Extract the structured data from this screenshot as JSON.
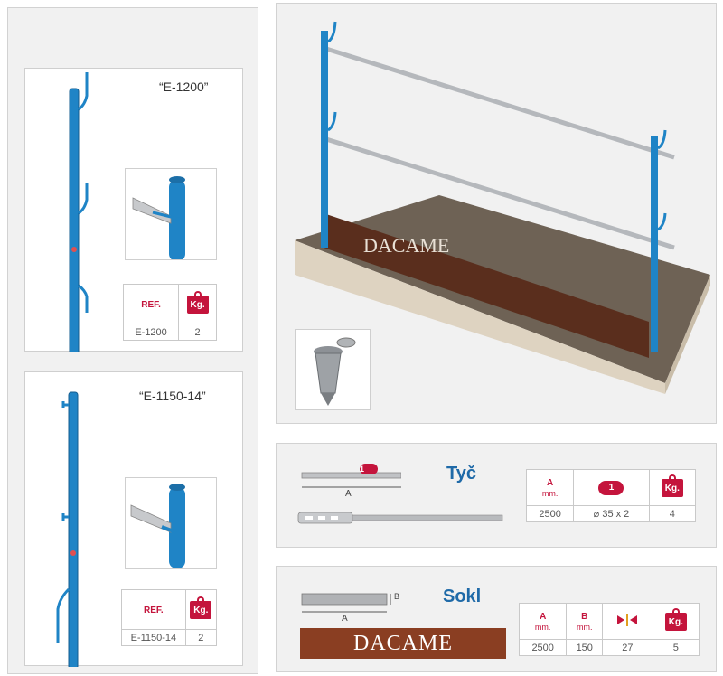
{
  "e1200": {
    "title": "“E-1200”",
    "ref_label": "REF.",
    "weight_icon": "Kg.",
    "ref_value": "E-1200",
    "weight_value": "2"
  },
  "e1150": {
    "title": "“E-1150-14”",
    "ref_label": "REF.",
    "weight_icon": "Kg.",
    "ref_value": "E-1150-14",
    "weight_value": "2"
  },
  "scene": {
    "brand": "DACAME"
  },
  "tyc": {
    "title": "Tyč",
    "dim_label": "A",
    "marker": "1",
    "col_a": "A",
    "col_a_unit": "mm.",
    "weight_icon": "Kg.",
    "val_a": "2500",
    "val_dia": "⌀ 35 x 2",
    "val_weight": "4"
  },
  "sokl": {
    "title": "Sokl",
    "dim_a": "A",
    "dim_b": "B",
    "brand": "DACAME",
    "col_a": "A",
    "col_a_unit": "mm.",
    "col_b": "B",
    "col_b_unit": "mm.",
    "weight_icon": "Kg.",
    "val_a": "2500",
    "val_b": "150",
    "val_thick": "27",
    "val_weight": "5"
  },
  "colors": {
    "pole": "#1f84c6",
    "accent": "#c4143c",
    "board": "#5a2e1d"
  }
}
